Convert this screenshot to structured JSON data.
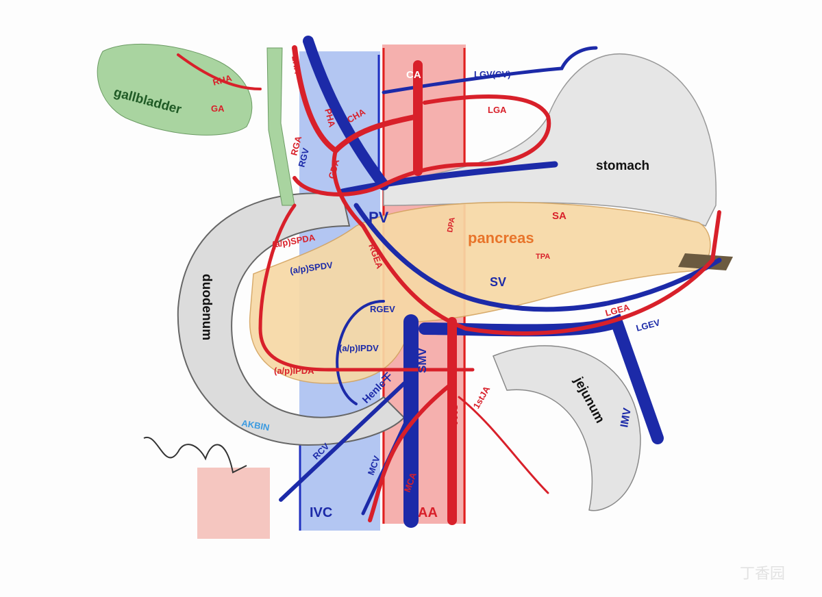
{
  "title": "Pancreaticoduodenal vascular anatomy",
  "organs": {
    "gallbladder": "gallbladder",
    "stomach": "stomach",
    "pancreas": "pancreas",
    "duodenum": "duodenum",
    "jejunum": "jejunum"
  },
  "arteries": {
    "RHA": "RHA",
    "GA": "GA",
    "LHA": "LHA",
    "PHA": "PHA",
    "CHA": "CHA",
    "RGA": "RGA",
    "GDA": "GDA",
    "CA": "CA",
    "LGA": "LGA",
    "DPA": "DPA",
    "SA": "SA",
    "TPA": "TPA",
    "SPDA": "(a/p)SPDA",
    "RGEA": "RGEA",
    "IPDA": "(a/p)IPDA",
    "SMA": "SMA",
    "JA": "1stJA",
    "LGEA": "LGEA",
    "MCA": "MCA",
    "AA": "AA"
  },
  "veins": {
    "RGV": "RGV",
    "LGV": "LGV(CV)",
    "PV": "PV",
    "SV": "SV",
    "SPDV": "(a/p)SPDV",
    "RGEV": "RGEV",
    "IPDV": "(a/p)IPDV",
    "Henle": "Henle干",
    "SMV": "SMV",
    "LGEV": "LGEV",
    "IMV": "IMV",
    "RCV": "RCV",
    "MCV": "MCV",
    "IVC": "IVC"
  },
  "signature_text": "AKBIN",
  "watermark": "丁香园",
  "colors": {
    "artery": "#d8202a",
    "vein": "#1c2aa8",
    "pancreas_label": "#e8742a",
    "gallbladder_label": "#1f5a25",
    "signature": "#3a9ae0"
  }
}
